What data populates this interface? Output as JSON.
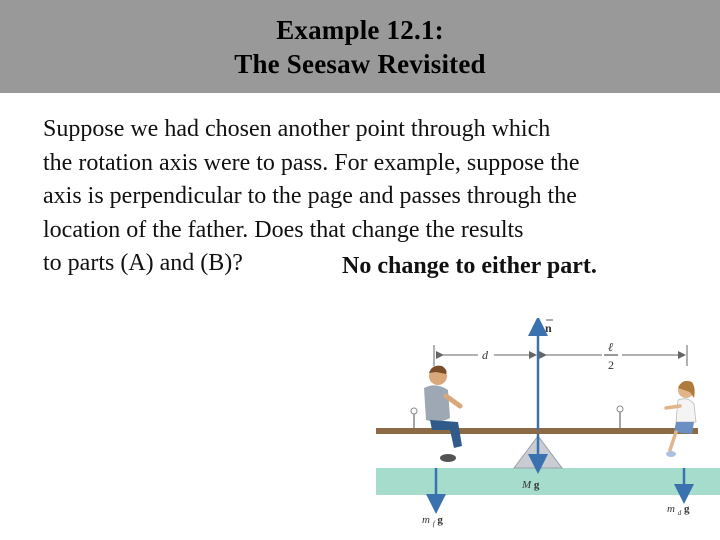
{
  "slide": {
    "title_line1": "Example 12.1:",
    "title_line2": "The Seesaw Revisited",
    "body_lines": [
      "Suppose we had chosen another point through which",
      "the rotation axis were to pass. For example, suppose the",
      "axis is perpendicular to the page and passes through the",
      "location of the father. Does that change the results",
      "to parts (A) and (B)?"
    ],
    "answer": "No change to either part."
  },
  "figure": {
    "labels": {
      "normal_force": "n",
      "distance_d": "d",
      "ell": "ℓ",
      "half_denominator": "2",
      "board_weight_M": "M",
      "g": "g",
      "father_weight_m": "m",
      "father_sub": "f",
      "daughter_weight_m": "m",
      "daughter_sub": "d"
    },
    "colors": {
      "title_bar": "#999999",
      "force_arrow": "#3a72b0",
      "board": "#8b6a45",
      "fulcrum": "#c9cdd3",
      "ground": "#a6dccb"
    }
  }
}
